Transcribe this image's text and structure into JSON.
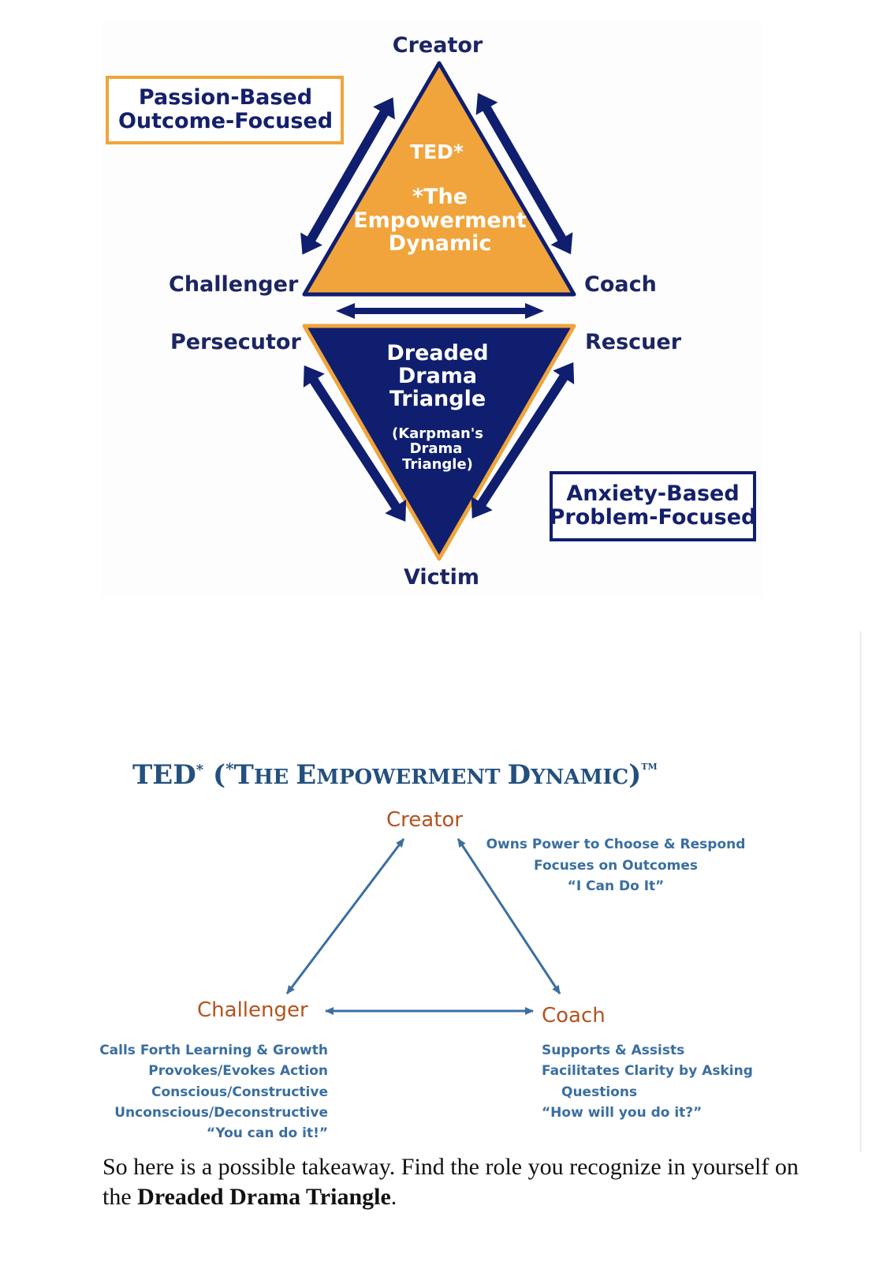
{
  "figure1": {
    "labels": {
      "creator": "Creator",
      "challenger": "Challenger",
      "coach": "Coach",
      "persecutor": "Persecutor",
      "rescuer": "Rescuer",
      "victim": "Victim"
    },
    "top_triangle": {
      "line1": "TED*",
      "line2": "*The",
      "line3": "Empowerment",
      "line4": "Dynamic"
    },
    "bottom_triangle": {
      "line1": "Dreaded",
      "line2": "Drama",
      "line3": "Triangle",
      "sub1": "(Karpman's",
      "sub2": "Drama",
      "sub3": "Triangle)"
    },
    "box_top_left": {
      "line1": "Passion-Based",
      "line2": "Outcome-Focused"
    },
    "box_bottom_right": {
      "line1": "Anxiety-Based",
      "line2": "Problem-Focused"
    },
    "colors": {
      "navy": "#0f1e6e",
      "orange": "#f0a43b"
    }
  },
  "figure2": {
    "title": {
      "part1": "TED",
      "star": "*",
      "part2": " (",
      "part3": "*T",
      "part4": "HE ",
      "part5": "E",
      "part6": "MPOWERMENT ",
      "part7": "D",
      "part8": "YNAMIC",
      "part9": ")",
      "tm": "TM"
    },
    "creator": {
      "label": "Creator",
      "desc": [
        "Owns Power to Choose & Respond",
        "Focuses on Outcomes",
        "“I Can Do It”"
      ]
    },
    "challenger": {
      "label": "Challenger",
      "desc": [
        "Calls Forth Learning & Growth",
        "Provokes/Evokes Action",
        "Conscious/Constructive",
        "Unconscious/Deconstructive",
        "“You can do it!”"
      ]
    },
    "coach": {
      "label": "Coach",
      "desc": [
        "Supports & Assists",
        "Facilitates Clarity by Asking",
        "Questions",
        "“How will you do it?”"
      ]
    },
    "colors": {
      "arrow": "#3c6fa0",
      "role": "#b5521e",
      "title": "#23507f"
    }
  },
  "caption": {
    "text_before": "So here is a possible takeaway. Find the role you recognize in yourself on the ",
    "bold": "Dreaded Drama Triangle",
    "text_after": "."
  }
}
